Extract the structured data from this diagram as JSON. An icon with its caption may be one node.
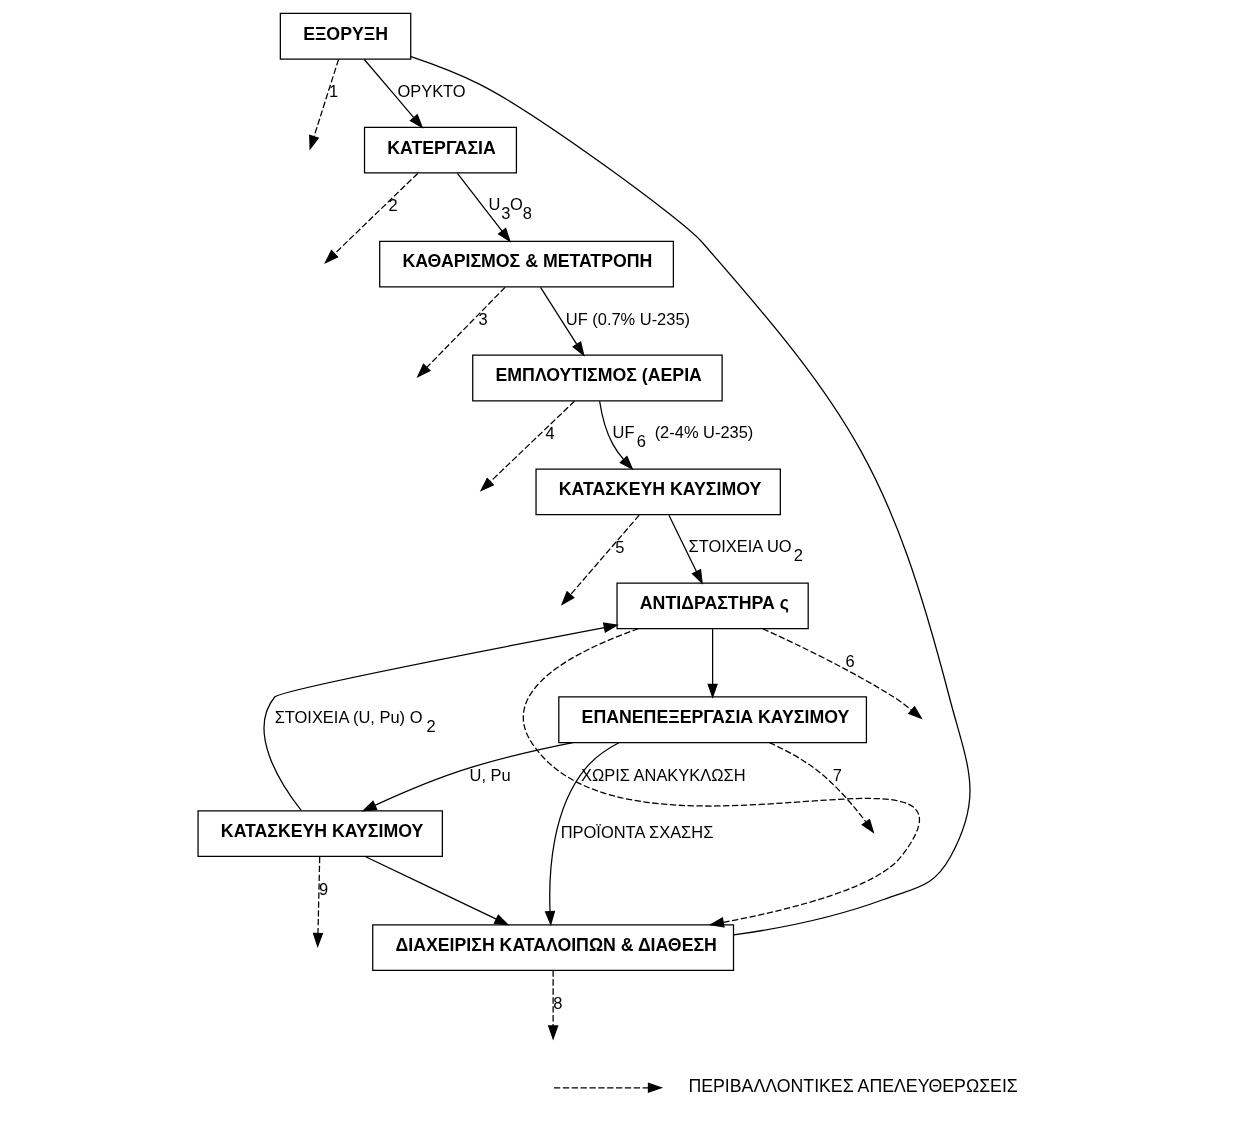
{
  "diagram": {
    "nodes": [
      {
        "text": [
          "ΕΞΟΡΥΞΗ"
        ]
      },
      {
        "text": [
          "ΚΑΤΕΡΓΑΣΙΑ"
        ]
      },
      {
        "text": [
          "ΚΑΘΑΡΙΣΜΟΣ & ΜΕΤΑΤΡΟΠΗ"
        ]
      },
      {
        "text": [
          "ΕΜΠΛΟΥΤΙΣΜΟΣ (ΑΕΡΙΑ"
        ]
      },
      {
        "text": [
          "ΚΑΤΑΣΚΕΥΗ ΚΑΥΣΙΜΟΥ"
        ]
      },
      {
        "text": [
          "ΑΝΤΙΔΡΑΣΤΗΡΑ ς"
        ]
      },
      {
        "text": [
          "ΕΠΑΝΕΠΕΞΕΡΓΑΣΙΑ ΚΑΥΣΙΜΟΥ"
        ]
      },
      {
        "text": [
          "ΚΑΤΑΣΚΕΥΗ ΚΑΥΣΙΜΟΥ"
        ]
      },
      {
        "text": [
          "ΔΙΑΧΕΙΡΙΣΗ ΚΑΤΑΛΟΙΠΩΝ & ΔΙΑΘΕΣΗ"
        ]
      }
    ],
    "edges": [
      {
        "from": 8,
        "to": 0,
        "arrow": "none"
      },
      {
        "from": 0,
        "to": 1,
        "arrow": "to",
        "label": "ΟΡΥΚΤΟ"
      },
      {
        "from": 1,
        "to": 2,
        "arrow": "to",
        "label": "U$_{3}$O$_{8}$"
      },
      {
        "from": 2,
        "to": 3,
        "arrow": "to",
        "label": "UF (0.7% U-235)"
      },
      {
        "from": 3,
        "to": 4,
        "arrow": "to",
        "label": "UF$_{6}$ (2-4% U-235)"
      },
      {
        "from": 4,
        "to": 5,
        "arrow": "to",
        "label": "ΣΤΟΙΧΕΙΑ UO$_{2}$"
      },
      {
        "from": 5,
        "to": 6,
        "arrow": "to"
      },
      {
        "from": 6,
        "to": 8,
        "arrow": "to",
        "label": "ΠΡΟΪΟΝΤΑ ΣΧΑΣΗΣ"
      },
      {
        "from": 6,
        "to": 7,
        "arrow": "to",
        "label": "U, Pu"
      },
      {
        "from": 7,
        "to": 5,
        "arrow": "to",
        "label": "ΣΤΟΙΧΕΙΑ (U, Pu) O$_{2}$"
      },
      {
        "from": 7,
        "to": 8,
        "arrow": "to"
      },
      {
        "from": 5,
        "to": 8,
        "arrow": "to",
        "style": "dashed",
        "label": "ΧΩΡΙΣ ΑΝΑΚΥΚΛΩΣΗ"
      },
      {
        "from": 0,
        "to": null,
        "arrow": "to",
        "style": "dashed",
        "label": "1"
      },
      {
        "from": 1,
        "to": null,
        "arrow": "to",
        "style": "dashed",
        "label": "2"
      },
      {
        "from": 2,
        "to": null,
        "arrow": "to",
        "style": "dashed",
        "label": "3"
      },
      {
        "from": 3,
        "to": null,
        "arrow": "to",
        "style": "dashed",
        "label": "4"
      },
      {
        "from": 4,
        "to": null,
        "arrow": "to",
        "style": "dashed",
        "label": "5"
      },
      {
        "from": 5,
        "to": null,
        "arrow": "to",
        "style": "dashed",
        "label": "6"
      },
      {
        "from": 6,
        "to": null,
        "arrow": "to",
        "style": "dashed",
        "label": "7"
      },
      {
        "from": 8,
        "to": null,
        "arrow": "to",
        "style": "dashed",
        "label": "8"
      },
      {
        "from": 7,
        "to": null,
        "arrow": "to",
        "style": "dashed",
        "label": "9"
      }
    ],
    "legend": [
      {
        "text": "ΠΕΡΙΒΑΛΛΟΝΤΙΚΕΣ ΑΠΕΛΕΥΘΕΡΩΣΕΙΣ"
      }
    ]
  }
}
